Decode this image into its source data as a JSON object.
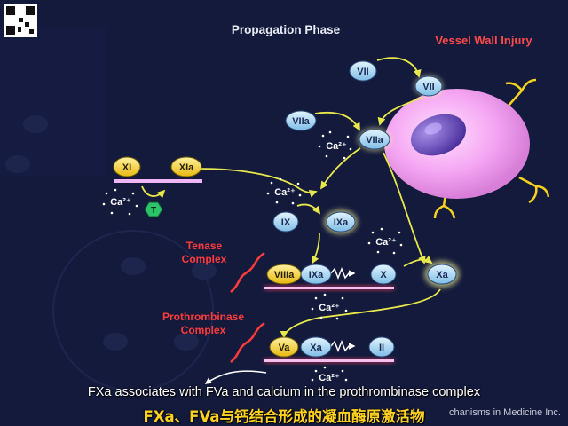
{
  "diagram": {
    "title": "Propagation Phase",
    "injury_label": "Vessel Wall Injury",
    "tenase_label_1": "Tenase",
    "tenase_label_2": "Complex",
    "prothrombinase_label_1": "Prothrombinase",
    "prothrombinase_label_2": "Complex",
    "ca": "Ca²⁺",
    "factors": {
      "vii_top": "VII",
      "vii_cell": "VII",
      "viia_left": "VIIa",
      "viia_center": "VIIa",
      "xi": "XI",
      "xia": "XIa",
      "t": "T",
      "ix": "IX",
      "ixa": "IXa",
      "viiia": "VIIIa",
      "ixa_complex": "IXa",
      "x": "X",
      "xa": "Xa",
      "va": "Va",
      "xa_complex": "Xa",
      "ii": "II"
    }
  },
  "subtitles": {
    "english": "FXa associates with FVa and calcium in the prothrombinase complex",
    "chinese": "FXa、FVa与钙结合形成的凝血酶原激活物"
  },
  "credit": "chanisms in Medicine Inc.",
  "colors": {
    "background": "#141a3c",
    "blue_factor": "#9fd3f2",
    "yellow_factor": "#f5d21c",
    "arrow": "#e8e84a",
    "red_label": "#ff3b3b",
    "cell": "#f4a6f2"
  }
}
